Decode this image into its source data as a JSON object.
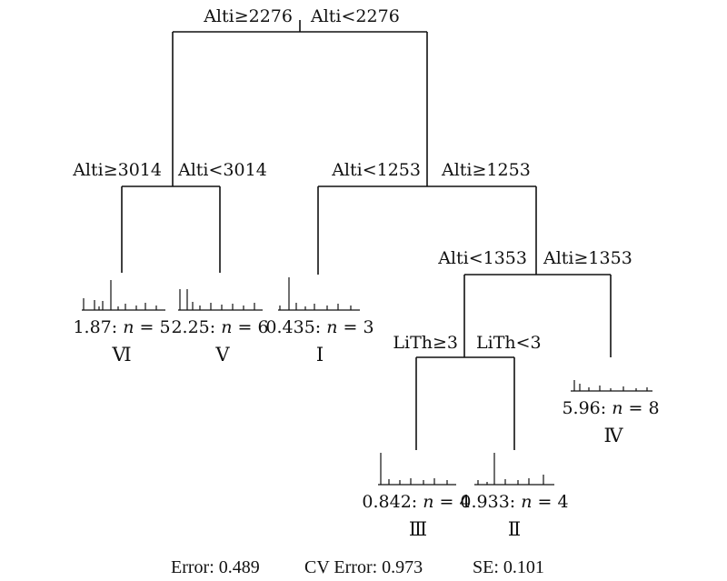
{
  "splits": {
    "root": {
      "left": "Alti≥2276",
      "right": "Alti<2276"
    },
    "n1": {
      "left": "Alti≥3014",
      "right": "Alti<3014"
    },
    "n2": {
      "left": "Alti<1253",
      "right": "Alti≥1253"
    },
    "n3": {
      "left": "Alti<1353",
      "right": "Alti≥1353"
    },
    "n4": {
      "left": "LiTh≥3",
      "right": "LiTh<3"
    }
  },
  "leaves": {
    "VI": {
      "value": "1.87",
      "n_prefix": ": ",
      "n_label": "n",
      "n_eq": " = 5",
      "roman": "Ⅵ"
    },
    "V": {
      "value": "2.25",
      "n_prefix": ": ",
      "n_label": "n",
      "n_eq": " = 6",
      "roman": "Ⅴ"
    },
    "I": {
      "value": "0.435",
      "n_prefix": ": ",
      "n_label": "n",
      "n_eq": " = 3",
      "roman": "Ⅰ"
    },
    "III": {
      "value": "0.842",
      "n_prefix": ": ",
      "n_label": "n",
      "n_eq": " = 4",
      "roman": "Ⅲ"
    },
    "II": {
      "value": "0.933",
      "n_prefix": ": ",
      "n_label": "n",
      "n_eq": " = 4",
      "roman": "Ⅱ"
    },
    "IV": {
      "value": "5.96",
      "n_prefix": ": ",
      "n_label": "n",
      "n_eq": " = 8",
      "roman": "Ⅳ"
    }
  },
  "footer": {
    "error": "Error: 0.489",
    "cv_error": "CV Error: 0.973",
    "se": "SE: 0.101"
  }
}
